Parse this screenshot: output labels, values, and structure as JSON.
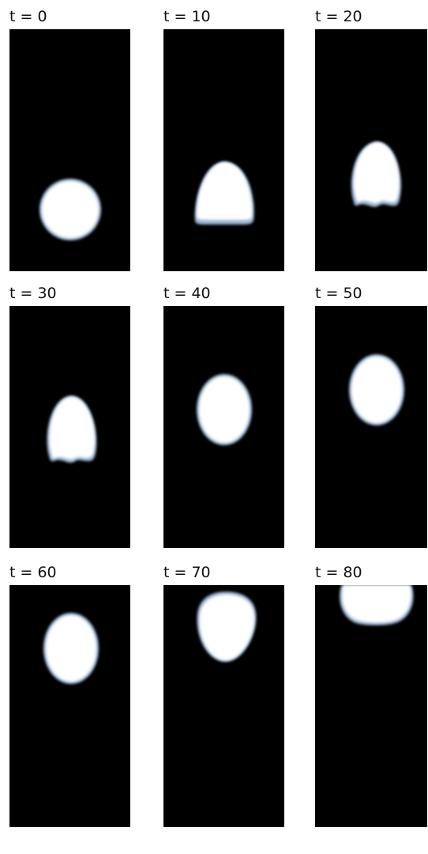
{
  "panels": [
    {
      "label": "t = 0",
      "shape": "circle"
    },
    {
      "label": "t = 10",
      "shape": "bell"
    },
    {
      "label": "t = 20",
      "shape": "dimpled"
    },
    {
      "label": "t = 30",
      "shape": "dimpled-small"
    },
    {
      "label": "t = 40",
      "shape": "ellipse"
    },
    {
      "label": "t = 50",
      "shape": "ellipse-high"
    },
    {
      "label": "t = 60",
      "shape": "ellipse-mid"
    },
    {
      "label": "t = 70",
      "shape": "rounded"
    },
    {
      "label": "t = 80",
      "shape": "cap"
    }
  ],
  "colors": {
    "background": "#000000",
    "bubble": "#ffffff",
    "halo": "#8ea8c8"
  }
}
